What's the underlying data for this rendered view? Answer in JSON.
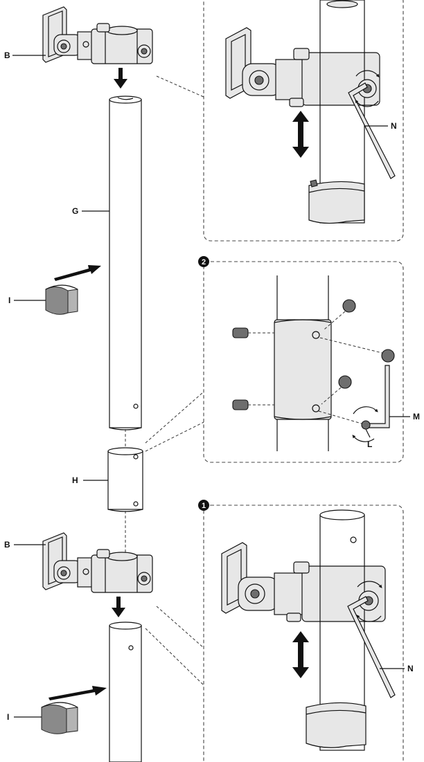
{
  "labels": {
    "B_top": "B",
    "B_bottom": "B",
    "G": "G",
    "H": "H",
    "I_top": "I",
    "I_bottom": "I",
    "N_top": "N",
    "N_bottom": "N",
    "M": "M",
    "L": "L"
  },
  "steps": {
    "step1": "1",
    "step2": "2"
  },
  "colors": {
    "line": "#111111",
    "metal": "#e7e7e7",
    "clip": "#8a8a8a"
  }
}
